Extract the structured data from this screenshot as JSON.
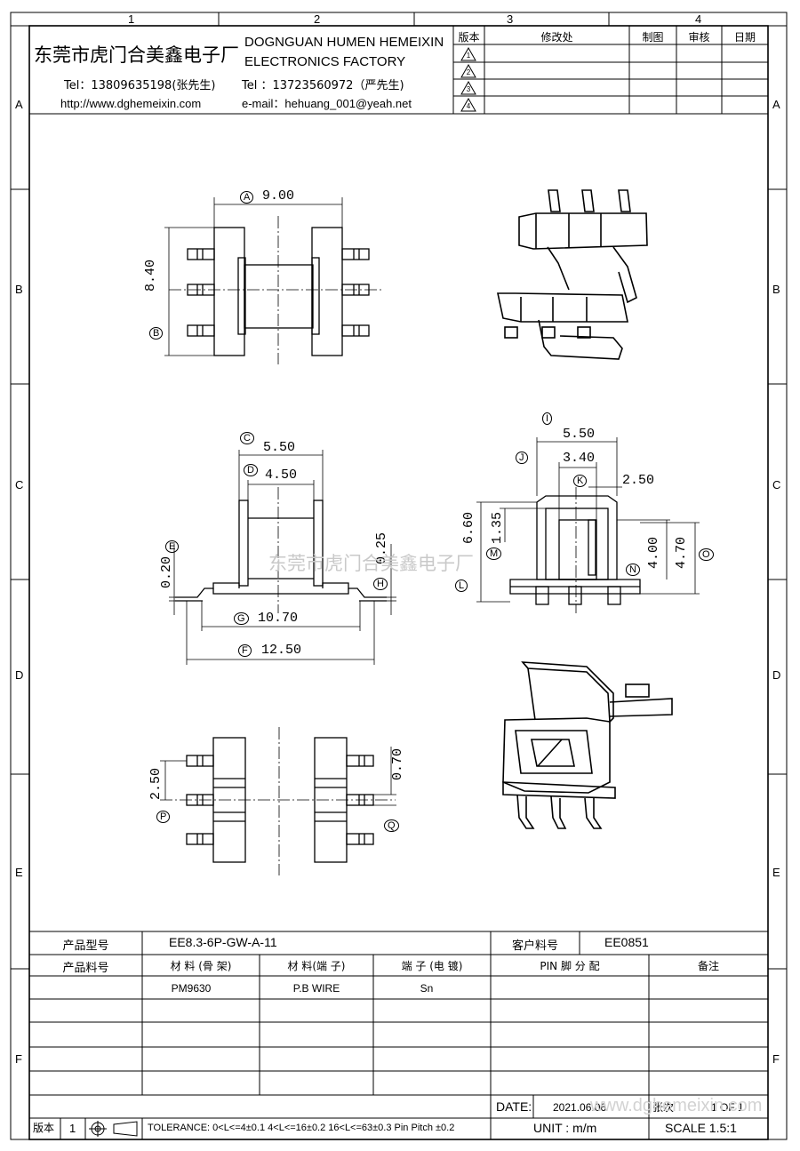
{
  "grid": {
    "top_cols": [
      "1",
      "2",
      "3",
      "4"
    ],
    "rows": [
      "A",
      "B",
      "C",
      "D",
      "E",
      "F"
    ]
  },
  "header": {
    "company_cn": "东莞市虎门合美鑫电子厂",
    "company_en_line1": "DOGNGUAN HUMEN HEMEIXIN",
    "company_en_line2": "ELECTRONICS FACTORY",
    "tel1": "Tel：13809635198(张先生)",
    "tel2": "Tel ：13723560972（严先生)",
    "website": "http://www.dghemeixin.com",
    "email": "e-mail：hehuang_001@yeah.net"
  },
  "revision_block": {
    "headers": [
      "版本",
      "修改处",
      "制图",
      "审核",
      "日期"
    ],
    "marks": [
      "1",
      "2",
      "3",
      "4"
    ]
  },
  "drawing": {
    "top_view": {
      "dim_a": "9.00",
      "dim_b": "8.40",
      "label_a": "A",
      "label_b": "B"
    },
    "front_view": {
      "dim_c": "5.50",
      "dim_d": "4.50",
      "dim_e": "0.20",
      "dim_h": "0.25",
      "dim_g": "10.70",
      "dim_f": "12.50",
      "labels": [
        "C",
        "D",
        "E",
        "H",
        "G",
        "F"
      ]
    },
    "side_view": {
      "dim_i": "5.50",
      "dim_j": "3.40",
      "dim_k": "2.50",
      "dim_m": "1.35",
      "dim_l": "6.60",
      "dim_n": "4.00",
      "dim_o": "4.70",
      "labels": [
        "I",
        "J",
        "K",
        "M",
        "L",
        "N",
        "O"
      ]
    },
    "bottom_view": {
      "dim_p": "2.50",
      "dim_q": "0.70",
      "labels": [
        "P",
        "Q"
      ]
    },
    "watermark": "东莞市虎门合美鑫电子厂"
  },
  "title_block": {
    "product_model_label": "产品型号",
    "product_model": "EE8.3-6P-GW-A-11",
    "customer_pn_label": "客户料号",
    "customer_pn": "EE0851",
    "product_pn_label": "产品料号",
    "col_material_bobbin": "材 料 (骨 架)",
    "col_material_pin": "材 料(端 子)",
    "col_plating": "端 子 (电 镀)",
    "col_pin_assign": "PIN 脚 分 配",
    "col_remark": "备注",
    "material_bobbin": "PM9630",
    "material_pin": "P.B WIRE",
    "plating": "Sn",
    "date_label": "DATE:",
    "date_value": "2021.06.06",
    "page_label": "张次",
    "page_value": "1 OF 1",
    "date_watermark": "www.dghemeixin.com",
    "version_label": "版本",
    "version_value": "1",
    "tolerance": "TOLERANCE:  0<L<=4±0.1  4<L<=16±0.2  16<L<=63±0.3  Pin Pitch  ±0.2",
    "unit": "UNIT : m/m",
    "scale": "SCALE  1.5:1"
  }
}
